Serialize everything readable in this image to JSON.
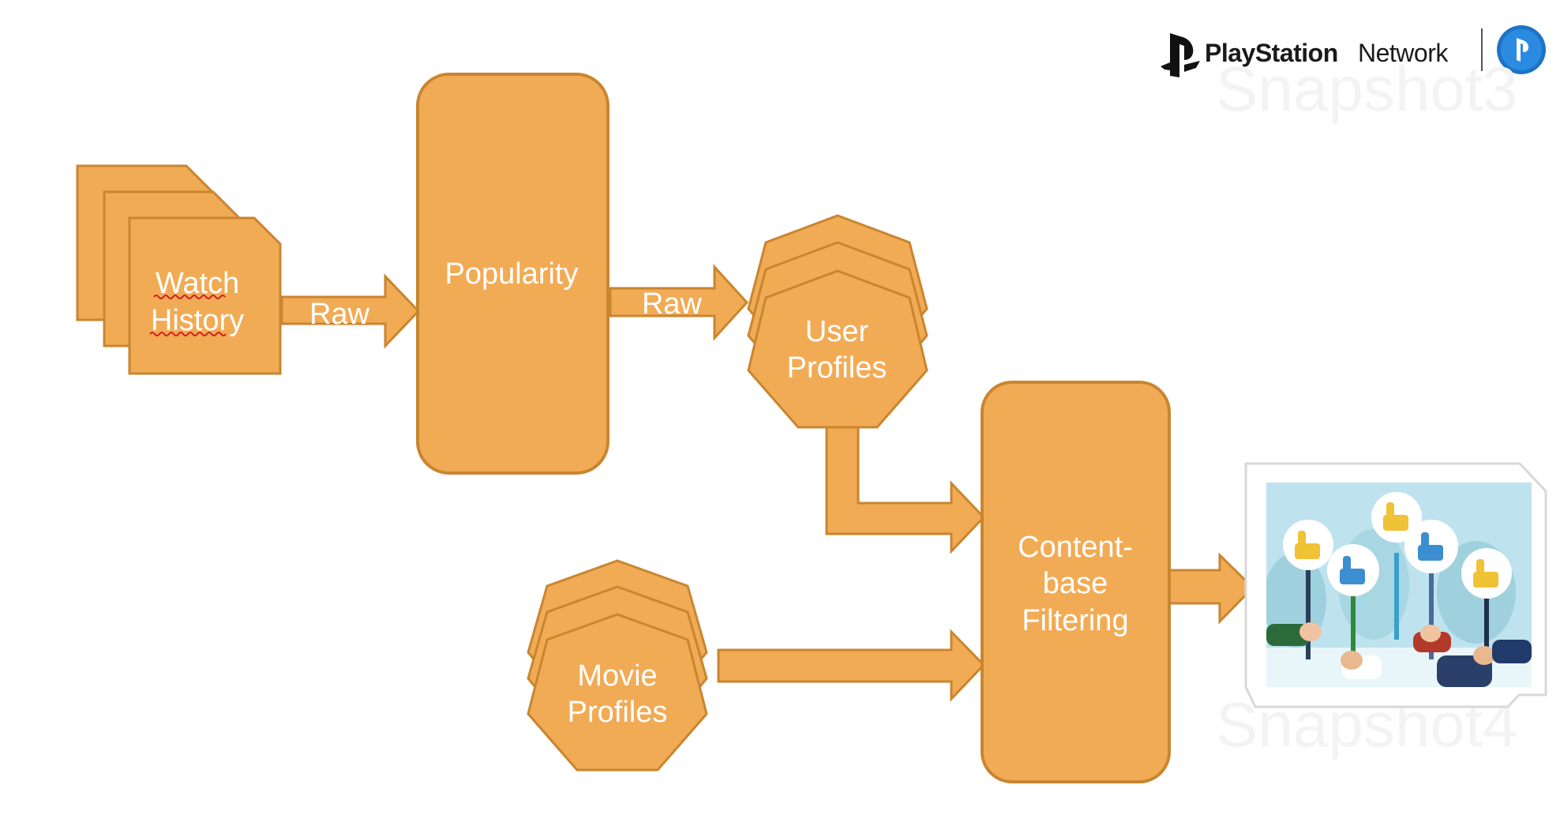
{
  "brand": {
    "name_prefix": "PlayStation",
    "name_suffix": "Network",
    "logo_icon": "playstation-logo-icon",
    "badge_icon": "psn-badge-icon"
  },
  "watermarks": [
    "Snapshot3",
    "Snapshot4"
  ],
  "nodes": {
    "watch_history": {
      "line1": "Watch",
      "line2": "History"
    },
    "popularity": {
      "label": "Popularity"
    },
    "user_profiles": {
      "line1": "User",
      "line2": "Profiles"
    },
    "movie_profiles": {
      "line1": "Movie",
      "line2": "Profiles"
    },
    "content_filtering": {
      "line1": "Content-",
      "line2": "base",
      "line3": "Filtering"
    }
  },
  "edges": {
    "watch_to_popularity": {
      "label": "Raw"
    },
    "popularity_to_users": {
      "label": "Raw"
    }
  },
  "output_image": {
    "icon": "thumbs-up-crowd-icon"
  },
  "colors": {
    "fill": "#F2AB55",
    "stroke": "#C98530",
    "text": "#FFFFFF",
    "sky": "#BFE3EE",
    "thumb_yellow": "#F0C236",
    "thumb_blue": "#3B8ED0"
  }
}
